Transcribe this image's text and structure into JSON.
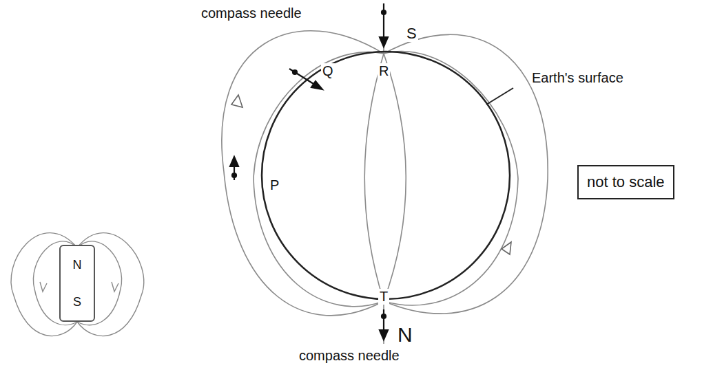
{
  "diagram": {
    "nodes": [
      {
        "text": [
          "not to scale"
        ]
      },
      {
        "text": [
          "N",
          "S"
        ]
      }
    ],
    "labels": [
      "compass needle",
      "Q",
      "R",
      "S",
      "Earth's surface",
      "P",
      "T",
      "N",
      "compass needle"
    ]
  }
}
